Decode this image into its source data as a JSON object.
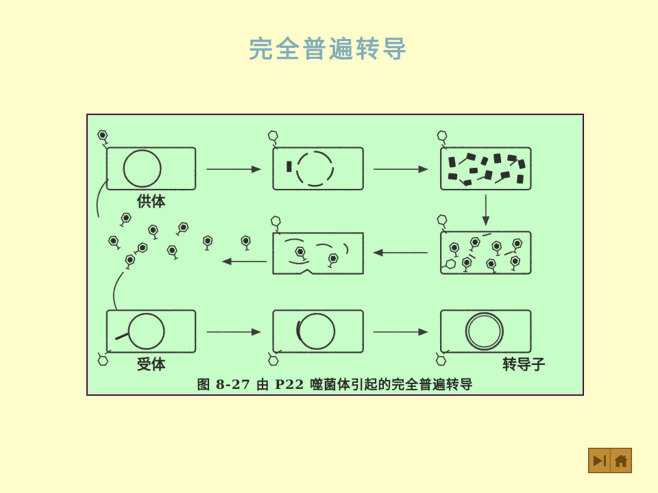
{
  "slide": {
    "title": "完全普遍转导",
    "background_color": "#fefccb",
    "title_color": "#84aeb4"
  },
  "figure": {
    "background_color": "#c7fdc6",
    "border_color": "#4a0d3e",
    "caption": "图 8-27   由 P22 噬菌体引起的完全普遍转导",
    "labels": {
      "donor": "供体",
      "recipient": "受体",
      "transductant": "转导子"
    },
    "stages": [
      {
        "id": "donor-cell-infected",
        "label": "供体",
        "description": "Donor cell with intact circular chromosome and attached phage"
      },
      {
        "id": "chromosome-fragmenting",
        "label": "",
        "description": "Host chromosome begins to break down; phage DNA injected"
      },
      {
        "id": "chromosome-fragmented",
        "label": "",
        "description": "Host chromosome fully degraded into fragments"
      },
      {
        "id": "phage-assembly",
        "label": "",
        "description": "New phage particles assembled, some package host DNA"
      },
      {
        "id": "cell-lysis",
        "label": "",
        "description": "Cell lyses releasing phage particles"
      },
      {
        "id": "free-phages",
        "label": "",
        "description": "Free phage particles including transducing particles"
      },
      {
        "id": "recipient-cell",
        "label": "受体",
        "description": "Recipient cell infected by transducing particle"
      },
      {
        "id": "recombination",
        "label": "",
        "description": "Donor DNA recombines with recipient chromosome"
      },
      {
        "id": "transductant-cell",
        "label": "转导子",
        "description": "Stable transductant carrying donor genes"
      }
    ]
  },
  "navigation": {
    "next_button_label": "next-slide",
    "home_button_label": "home",
    "button_color": "#c08c36",
    "icon_color": "#6b4a16"
  }
}
